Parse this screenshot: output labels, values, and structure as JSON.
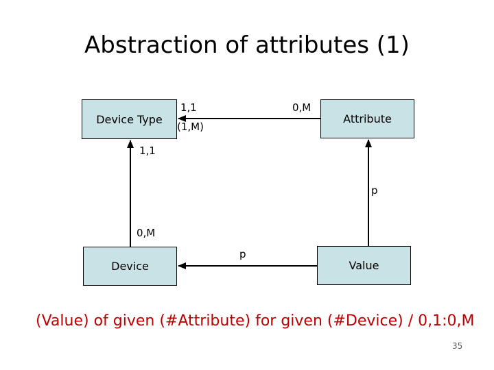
{
  "slide": {
    "title": "Abstraction of attributes (1)",
    "formula": "(Value) of given (#Attribute) for given (#Device) / 0,1:0,M",
    "page_number": "35"
  },
  "diagram": {
    "entities": {
      "device_type": "Device Type",
      "attribute": "Attribute",
      "device": "Device",
      "value": "Value"
    },
    "edges": [
      {
        "from": "attribute",
        "to": "device_type",
        "labels": [
          "1,1",
          "(1,M)",
          "0,M"
        ]
      },
      {
        "from": "device",
        "to": "device_type",
        "labels": [
          "1,1",
          "0,M"
        ]
      },
      {
        "from": "value",
        "to": "attribute",
        "labels": [
          "p"
        ]
      },
      {
        "from": "value",
        "to": "device",
        "labels": [
          "p"
        ]
      }
    ],
    "edge_labels": {
      "top_11": "1,1",
      "top_1m": "(1,M)",
      "top_0m": "0,M",
      "left_11": "1,1",
      "left_0m": "0,M",
      "right_p": "p",
      "bottom_p": "p"
    },
    "colors": {
      "entity_fill": "#c9e2e6",
      "entity_border": "#000000",
      "arrow": "#000000",
      "formula_text": "#c00000",
      "title_text": "#000000"
    }
  }
}
